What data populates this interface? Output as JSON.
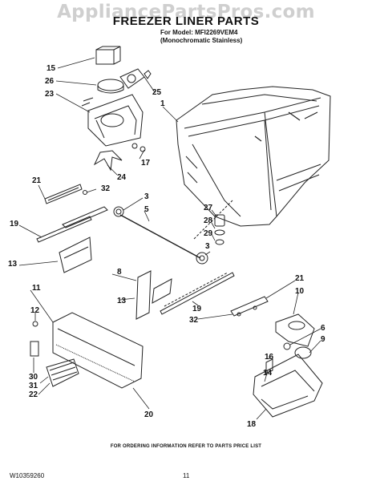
{
  "watermark": "AppliancePartsPros.com",
  "header": {
    "title": "FREEZER LINER PARTS",
    "model_line": "For Model: MFI2269VEM4",
    "model_desc": "(Monochromatic Stainless)"
  },
  "callouts": {
    "c15": "15",
    "c26": "26",
    "c23": "23",
    "c25": "25",
    "c1": "1",
    "c17": "17",
    "c24": "24",
    "c21a": "21",
    "c32a": "32",
    "c3a": "3",
    "c5": "5",
    "c19a": "19",
    "c27": "27",
    "c28": "28",
    "c29": "29",
    "c3b": "3",
    "c13a": "13",
    "c8": "8",
    "c21b": "21",
    "c10": "10",
    "c13b": "13",
    "c19b": "19",
    "c32b": "32",
    "c11": "11",
    "c12": "12",
    "c30": "30",
    "c31": "31",
    "c22": "22",
    "c20": "20",
    "c6": "6",
    "c9": "9",
    "c16": "16",
    "c14": "14",
    "c18": "18"
  },
  "footer": {
    "note": "FOR ORDERING INFORMATION REFER TO PARTS PRICE LIST",
    "doc_number": "W10359260",
    "page_number": "11"
  }
}
